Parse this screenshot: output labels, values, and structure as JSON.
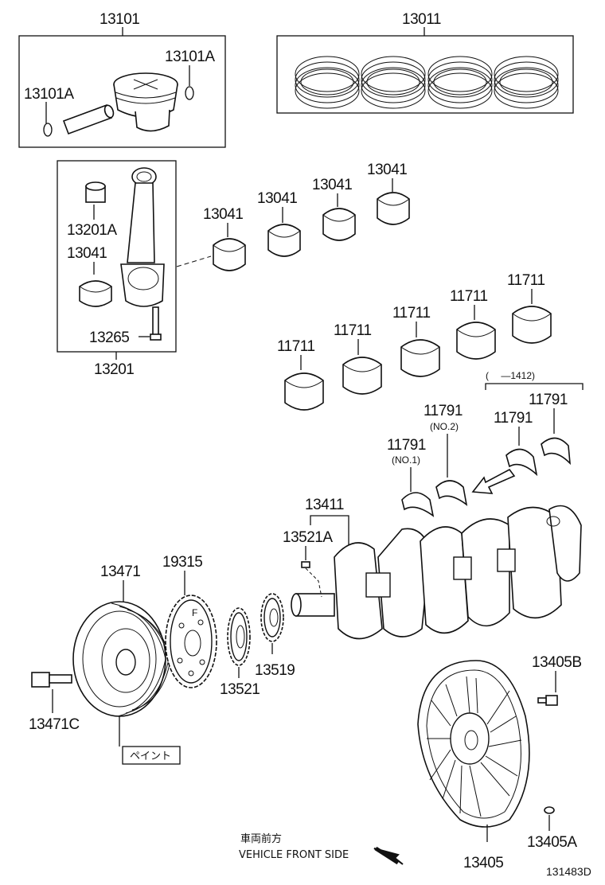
{
  "labels": {
    "piston_set": "13101",
    "snap_ring_right": "13101A",
    "snap_ring_left": "13101A",
    "ring_set": "13011",
    "bushing": "13201A",
    "rod_bearing_left": "13041",
    "rod_bolt": "13265",
    "rod_assy": "13201",
    "rod_bearing_1": "13041",
    "rod_bearing_2": "13041",
    "rod_bearing_3": "13041",
    "rod_bearing_4": "13041",
    "main_bearing_1": "11711",
    "main_bearing_2": "11711",
    "main_bearing_3": "11711",
    "main_bearing_4": "11711",
    "main_bearing_5": "11711",
    "thrust_washer_no1": "11791",
    "thrust_washer_no2": "11791",
    "thrust_washer_3": "11791",
    "thrust_washer_4": "11791",
    "crankshaft": "13411",
    "key": "13521A",
    "pulley": "13471",
    "pulley_bolt": "13471C",
    "sensor_plate": "19315",
    "gear_13521": "13521",
    "gear_13519": "13519",
    "flywheel_bolt": "13405B",
    "flywheel": "13405",
    "flywheel_pin": "13405A",
    "drawing_id": "131483D"
  },
  "notes": {
    "no1": "(NO.1)",
    "no2": "(NO.2)",
    "date_range": "(　 —1412)",
    "paint": "ペイント",
    "front_jp": "車両前方",
    "front_en": "VEHICLE FRONT SIDE",
    "sensor_mark": "F"
  }
}
